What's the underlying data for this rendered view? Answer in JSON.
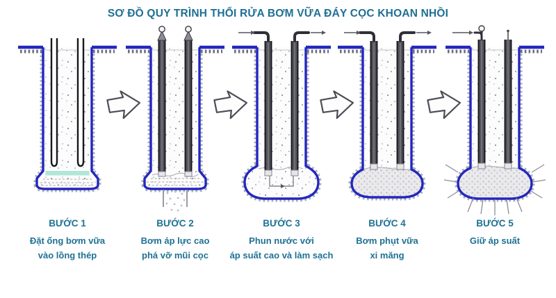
{
  "title": "SƠ ĐỒ QUY TRÌNH THỔI RỬA BƠM VỮA ĐÁY CỌC KHOAN NHỒI",
  "steps": [
    {
      "label": "BƯỚC 1",
      "line1": "Đặt ống bơm vữa",
      "line2": "vào lồng thép"
    },
    {
      "label": "BƯỚC 2",
      "line1": "Bơm áp lực cao",
      "line2": "phá vỡ mũi cọc"
    },
    {
      "label": "BƯỚC 3",
      "line1": "Phun nước với",
      "line2": "áp suất cao và làm sạch"
    },
    {
      "label": "BƯỚC 4",
      "line1": "Bơm phụt vữa",
      "line2": "xi măng"
    },
    {
      "label": "BƯỚC 5",
      "line1": "Giữ áp suất",
      "line2": ""
    }
  ],
  "icons": {
    "flow_arrow_icon": "block-arrow-right",
    "valve_icon": "pump-valve",
    "pressure_rays_icon": "pressure-radiating-lines"
  },
  "colors": {
    "title_text": "#1e6f93",
    "step_text": "#1e7194",
    "pile_outline_blue": "#2327bf",
    "soil_gray": "#9aa0a6",
    "sediment_cyan": "#cdf2e6",
    "grout_fill": "#eaeaec",
    "background": "#ffffff"
  }
}
